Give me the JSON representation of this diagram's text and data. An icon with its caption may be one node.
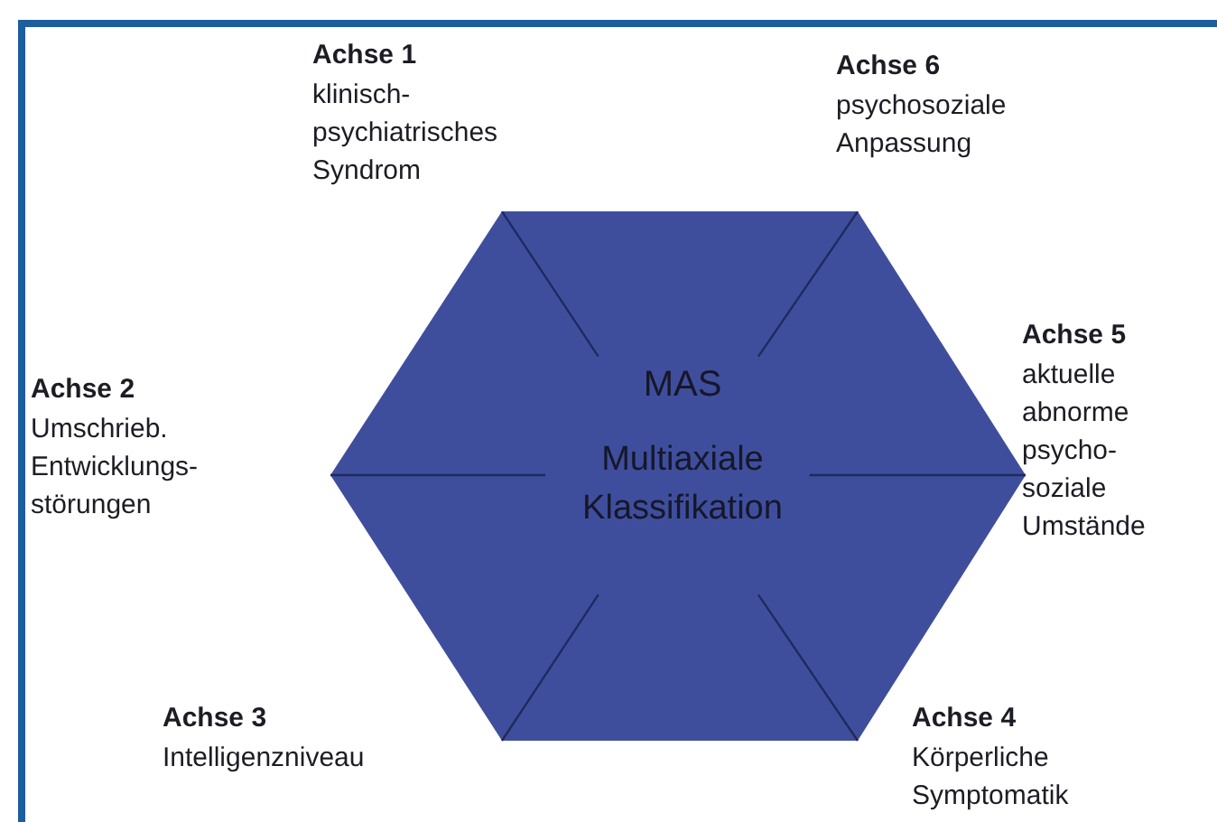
{
  "diagram": {
    "nodes": [
      {
        "text": [
          "MAS",
          "Multiaxiale Klassifikation"
        ]
      }
    ],
    "labels": [
      "Achse 1",
      "klinisch- psychiatrisches Syndrom",
      "Achse 6",
      "psychosoziale Anpassung",
      "Achse 5",
      "aktuelle abnorme psycho- soziale Umstände",
      "Achse 2",
      "Umschrieb. Entwicklungs- störungen",
      "Achse 3",
      "Intelligenzniveau",
      "Achse 4",
      "Körperliche Symptomatik"
    ]
  }
}
